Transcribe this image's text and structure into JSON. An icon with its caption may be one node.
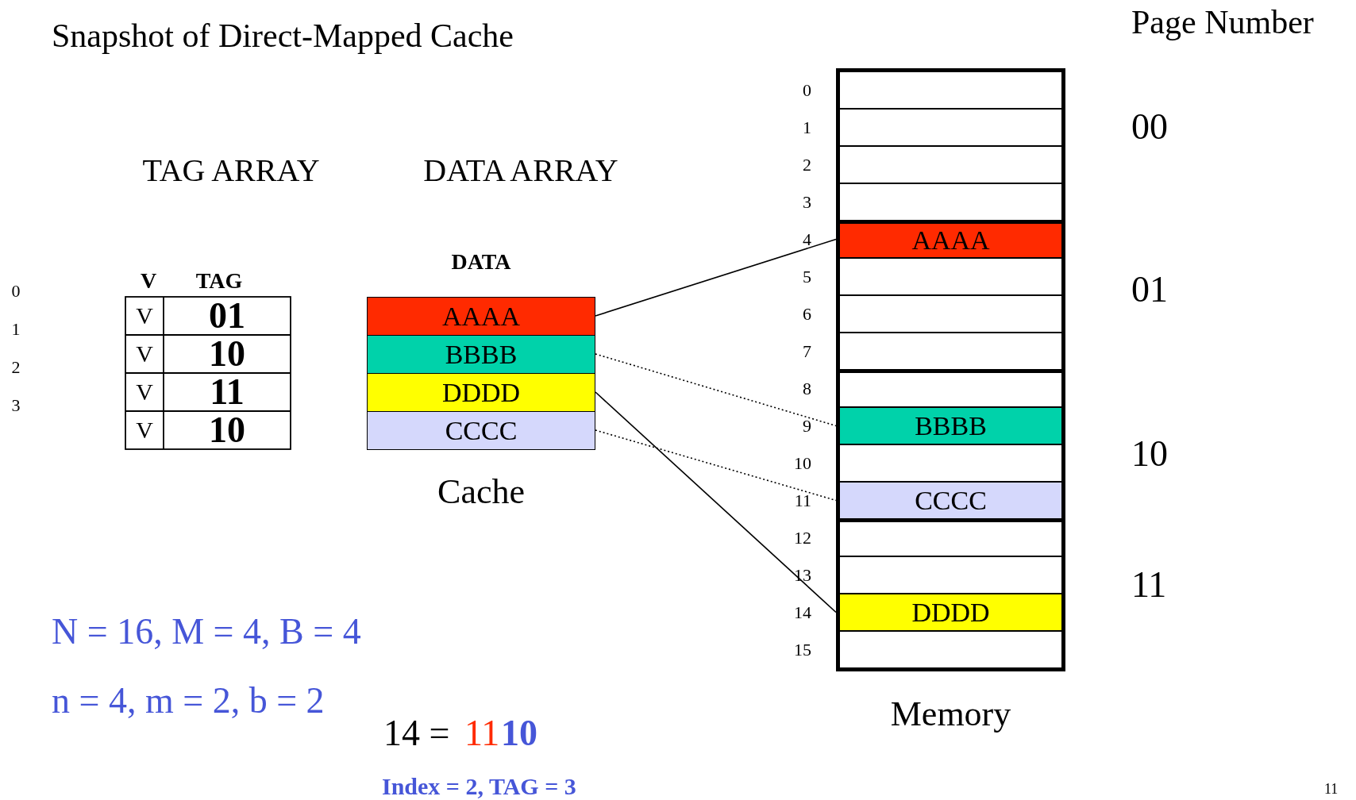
{
  "diagram": {
    "title": "Snapshot of Direct-Mapped Cache",
    "nodes": [
      {
        "text": [
          "DATA"
        ],
        "beside": [
          "Cache"
        ]
      },
      {
        "text": [
          "AAAA"
        ],
        "in": 0
      },
      {
        "text": [
          "BBBB"
        ],
        "in": 0
      },
      {
        "text": [
          "DDDD"
        ],
        "in": 0
      },
      {
        "text": [
          "CCCC"
        ],
        "in": 0
      },
      {
        "text": [
          "Memory"
        ]
      },
      {
        "text": [],
        "shape": "box",
        "in": 5
      },
      {
        "text": [],
        "shape": "box",
        "in": 5
      },
      {
        "text": [],
        "shape": "box",
        "in": 5
      },
      {
        "text": [],
        "shape": "box",
        "in": 5
      },
      {
        "text": [
          "AAAA"
        ],
        "in": 5
      },
      {
        "text": [],
        "shape": "box",
        "in": 5
      },
      {
        "text": [],
        "shape": "box",
        "in": 5
      },
      {
        "text": [],
        "shape": "box",
        "in": 5
      },
      {
        "text": [],
        "shape": "box",
        "in": 5
      },
      {
        "text": [
          "BBBB"
        ],
        "in": 5
      },
      {
        "text": [],
        "shape": "box",
        "in": 5
      },
      {
        "text": [
          "CCCC"
        ],
        "in": 5
      },
      {
        "text": [],
        "shape": "box",
        "in": 5
      },
      {
        "text": [],
        "shape": "box",
        "in": 5
      },
      {
        "text": [
          "DDDD"
        ],
        "in": 5
      },
      {
        "text": [],
        "shape": "box",
        "in": 5
      }
    ],
    "edges": [
      {
        "from": 1,
        "to": 10,
        "arrow": "none"
      },
      {
        "from": 2,
        "to": 15,
        "arrow": "none",
        "style": "dashed"
      },
      {
        "from": 3,
        "to": 20,
        "arrow": "none"
      },
      {
        "from": 4,
        "to": 17,
        "arrow": "none",
        "style": "dashed"
      }
    ],
    "labels": [
      "TAG ARRAY",
      "DATA ARRAY",
      "Page Number",
      "00",
      "01",
      "10",
      "11",
      "0",
      "1",
      "2",
      "3",
      "V",
      "TAG",
      "V",
      "01",
      "V",
      "10",
      "V",
      "11",
      "V",
      "10",
      "0",
      "1",
      "2",
      "3",
      "4",
      "5",
      "6",
      "7",
      "8",
      "9",
      "10",
      "11",
      "12",
      "13",
      "14",
      "15",
      "N = 16, M = 4, B = 4",
      "n = 4, m = 2, b = 2",
      "14 =",
      "11",
      "10",
      "Index = 2, TAG = 3",
      "11"
    ]
  }
}
